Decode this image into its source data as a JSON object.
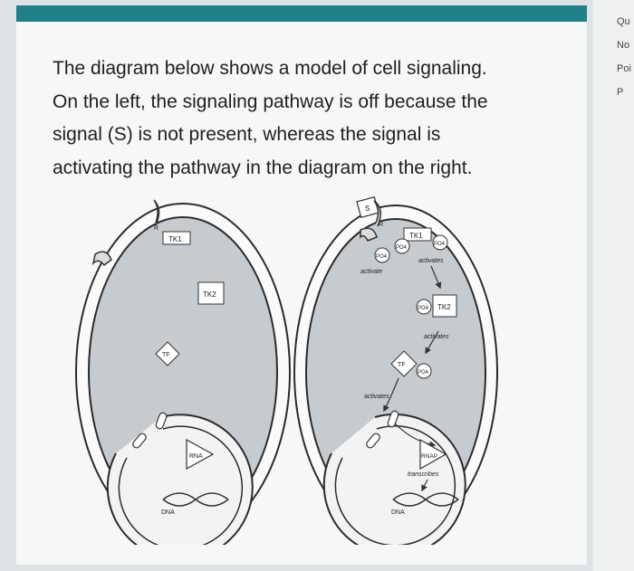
{
  "question": {
    "lines": [
      "The diagram below shows a model of cell signaling.",
      "On the left, the signaling pathway is off because the",
      "signal (S) is not present, whereas the signal is",
      "activating the pathway in the diagram on the right."
    ]
  },
  "sidebar": {
    "items": [
      "Qu",
      "No",
      "Poi",
      "P"
    ]
  },
  "diagram": {
    "left_cell": {
      "receptor": "R",
      "tk1": "TK1",
      "tk2": "TK2",
      "tf": "TF",
      "rna": "RNA",
      "dna": "DNA"
    },
    "right_cell": {
      "signal": "S",
      "receptor": "R",
      "tk1": "TK1",
      "tk2": "TK2",
      "po4": "PO4",
      "tf": "TF",
      "rnap": "RNAP",
      "dna": "DNA",
      "activate": "activate",
      "activates_1": "activates",
      "activates_2": "activates",
      "activates_3": "activates",
      "transcribes": "transcribes"
    }
  }
}
